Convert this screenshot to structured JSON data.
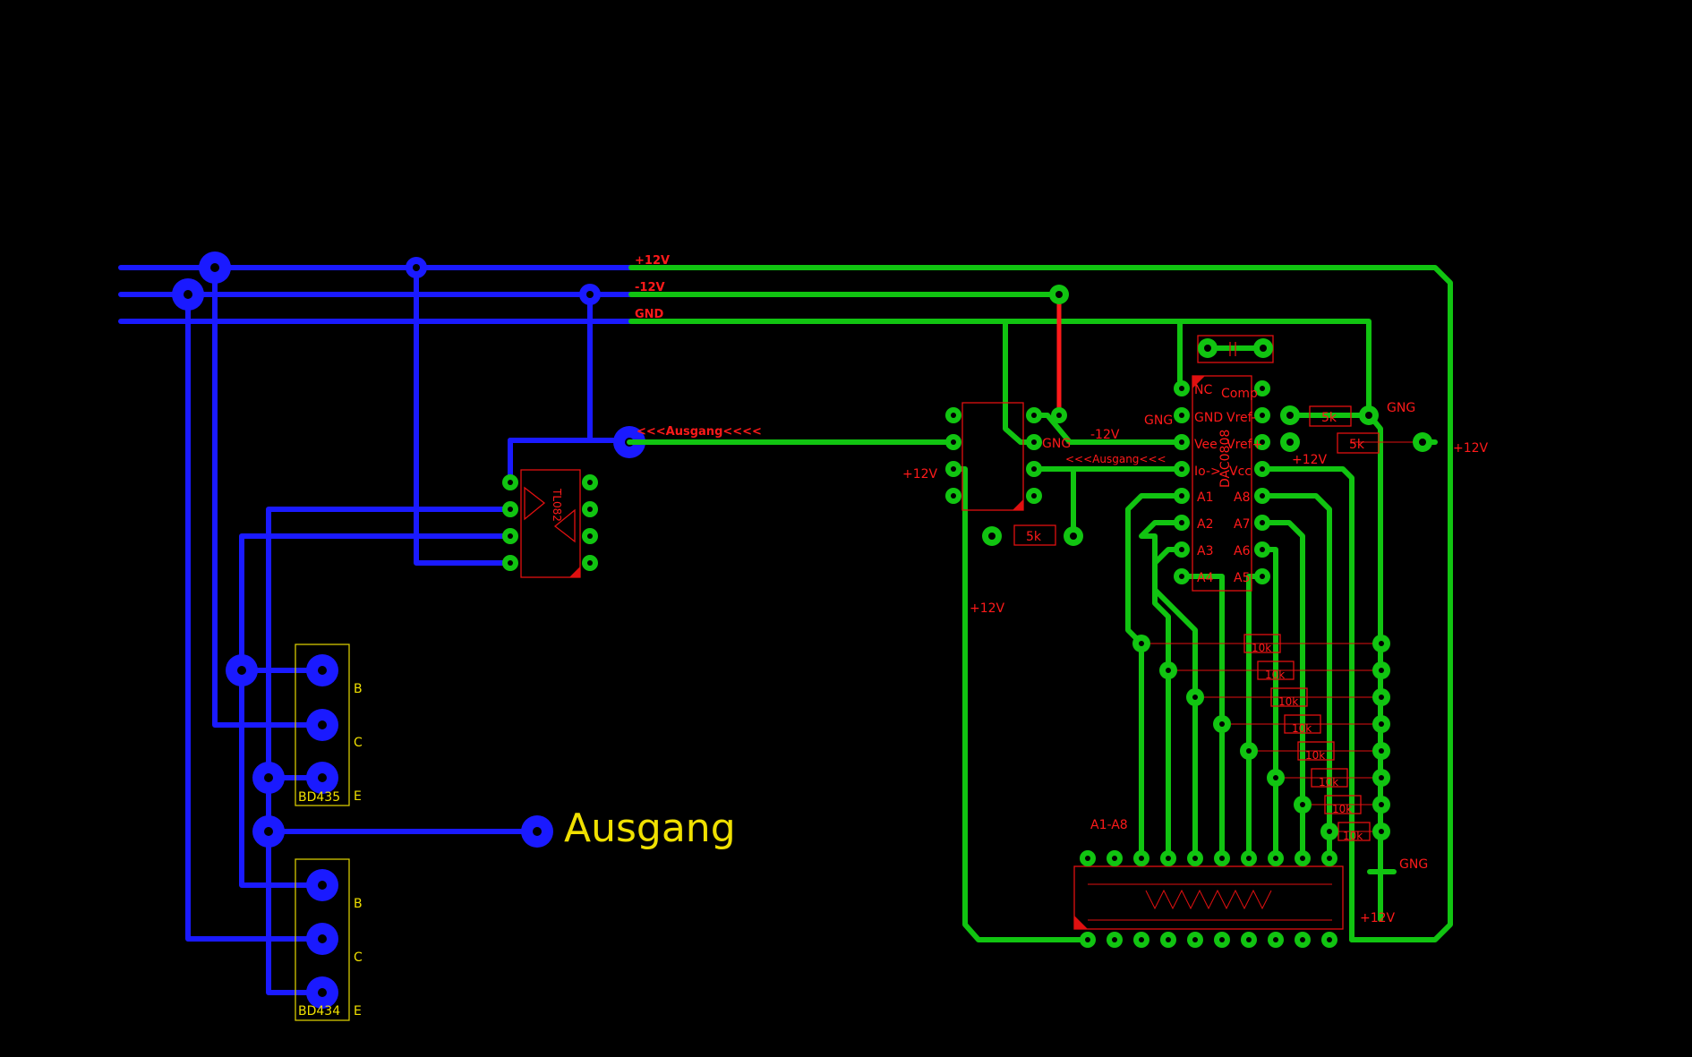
{
  "rails": {
    "plus12": "+12V",
    "minus12": "-12V",
    "gnd": "GND",
    "ausgang_rail": "<<<Ausgang<<<<"
  },
  "output": {
    "label": "Ausgang"
  },
  "transistors": {
    "t1": {
      "name": "BD435",
      "pins": [
        "B",
        "C",
        "E"
      ]
    },
    "t2": {
      "name": "BD434",
      "pins": [
        "B",
        "C",
        "E"
      ]
    }
  },
  "opamp": {
    "name": "TL082"
  },
  "dac": {
    "name": "DAC0808",
    "left_pins": [
      "NC",
      "GND",
      "Vee",
      "Io->",
      "A1",
      "A2",
      "A3",
      "A4"
    ],
    "right_pins": [
      "Comp",
      "Vref-",
      "Vref+",
      "Vcc",
      "A8",
      "A7",
      "A6",
      "A5"
    ]
  },
  "net_labels": {
    "gng_dac": "GNG",
    "minus12_dac": "-12V",
    "ausgang_dac": "<<<Ausgang<<<",
    "plus12_vcc": "+12V",
    "gng_op": "GNG",
    "plus12_op": "+12V",
    "plus12_left": "+12V",
    "gng_right": "GNG",
    "plus12_right": "+12V",
    "gng_bottom": "GNG",
    "plus12_bottom": "+12V",
    "a1a8": "A1-A8"
  },
  "resistors": {
    "op": "5k",
    "vref1": "5k",
    "vref2": "5k",
    "ladder": [
      "10k",
      "10k",
      "10k",
      "10k",
      "10k",
      "10k",
      "10k",
      "10k"
    ]
  },
  "colors": {
    "blue": "#1a1aff",
    "green": "#11c411",
    "red": "#ff1a1a",
    "yellow": "#f0e000"
  }
}
